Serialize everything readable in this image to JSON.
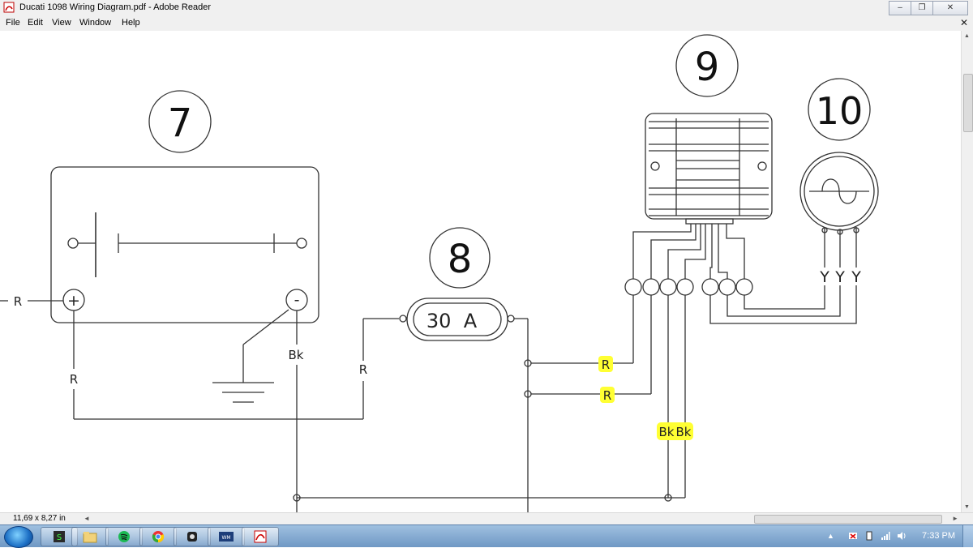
{
  "window": {
    "title": "Ducati 1098 Wiring Diagram.pdf - Adobe Reader",
    "controls": {
      "minimize": "–",
      "maximize": "❐",
      "close": "✕"
    }
  },
  "menu": {
    "items": [
      "File",
      "Edit",
      "View",
      "Window",
      "Help"
    ],
    "doc_close": "✕"
  },
  "diagram": {
    "callouts": {
      "battery": "7",
      "fuse": "8",
      "regulator": "9",
      "alternator": "10"
    },
    "fuse_label": "30  A",
    "battery_terminals": {
      "positive": "+",
      "negative": "-"
    },
    "wire_labels": {
      "battery_pos_left": "R",
      "battery_pos_down": "R",
      "battery_neg_down": "Bk",
      "fuse_in": "R",
      "reg_r1": "R",
      "reg_r2": "R",
      "reg_bk1": "Bk",
      "reg_bk2": "Bk",
      "alt_y1": "Y",
      "alt_y2": "Y",
      "alt_y3": "Y"
    },
    "highlight_color": "#ffff33"
  },
  "status": {
    "page_size": "11,69 x 8,27 in"
  },
  "taskbar": {
    "clock": "7:33 PM",
    "apps": [
      "spotify",
      "explorer",
      "spotify-green",
      "chrome",
      "app-dark",
      "wmv",
      "adobe-reader"
    ]
  }
}
